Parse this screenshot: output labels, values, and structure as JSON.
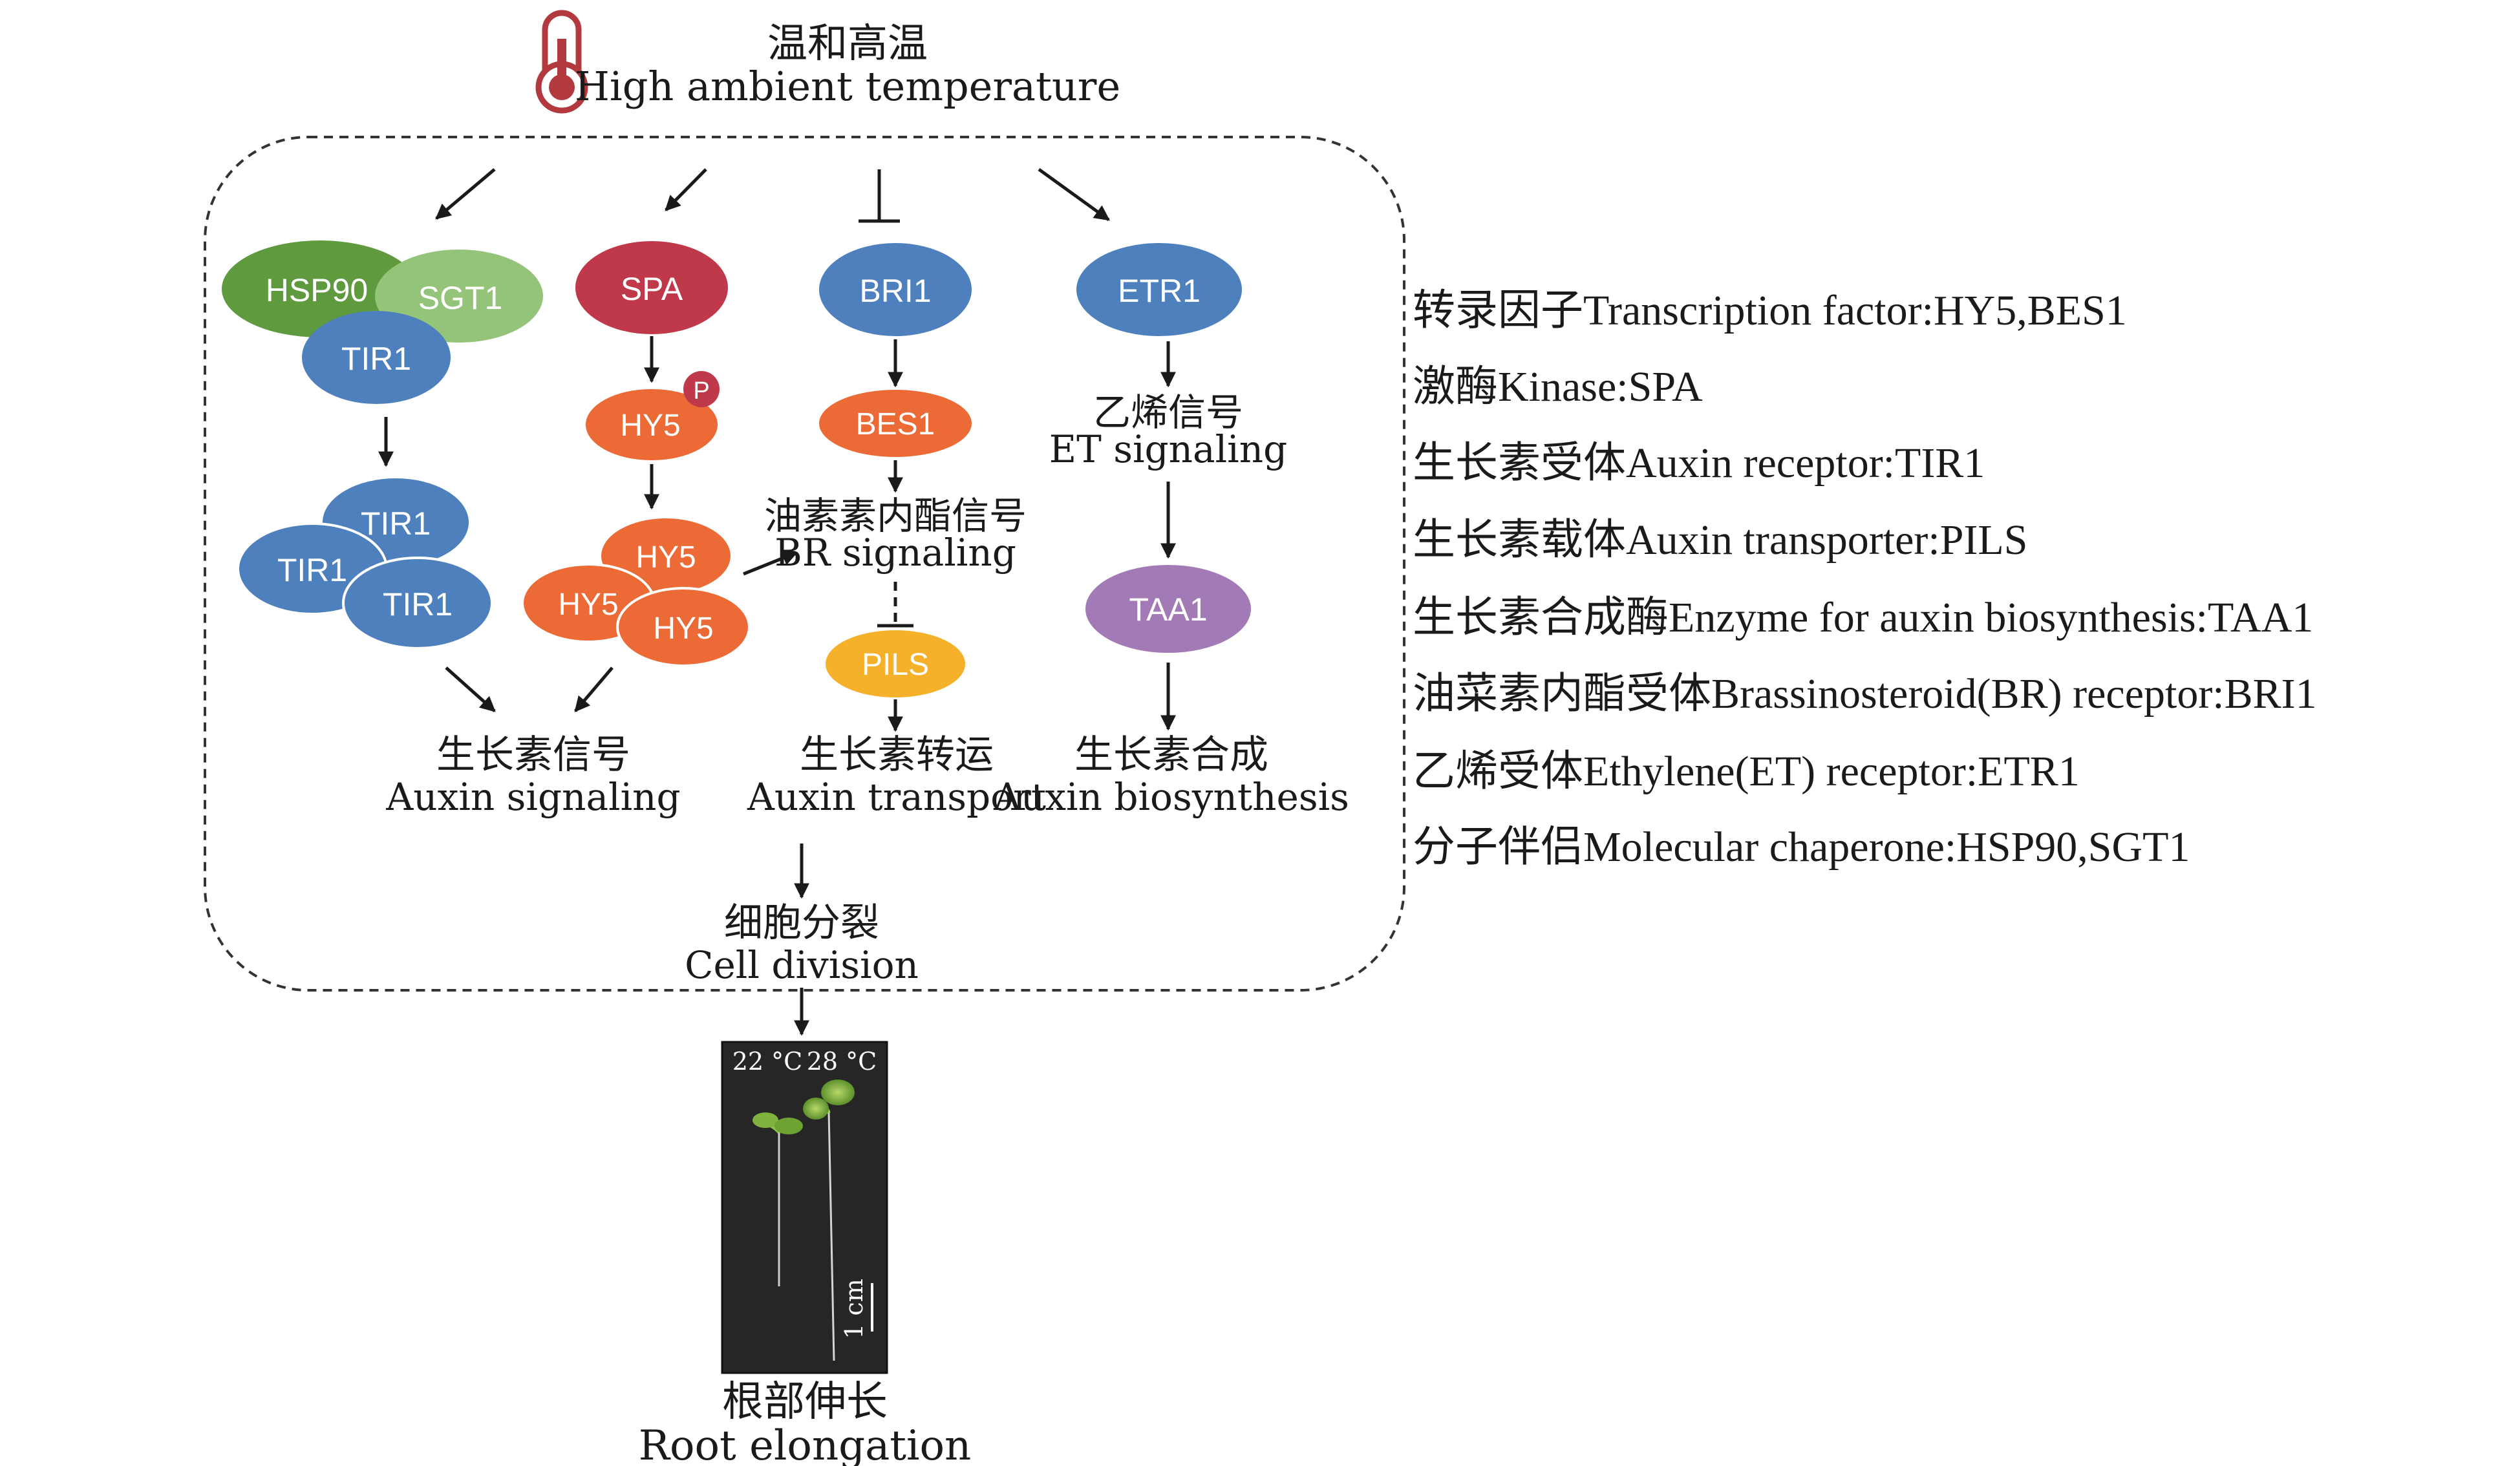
{
  "header": {
    "title_cn": "温和高温",
    "title_en": "High ambient temperature",
    "icon": "thermometer-icon"
  },
  "colors": {
    "green_dark": "#5f9a3e",
    "green_light": "#93c47a",
    "blue": "#4f80be",
    "red": "#c0394a",
    "orange": "#ec6a35",
    "yellow": "#f6b12a",
    "purple": "#a27ab5"
  },
  "nodes": {
    "hsp90": "HSP90",
    "sgt1": "SGT1",
    "tir1": "TIR1",
    "tir1_a": "TIR1",
    "tir1_b": "TIR1",
    "tir1_c": "TIR1",
    "spa": "SPA",
    "hy5": "HY5",
    "p": "P",
    "hy5_a": "HY5",
    "hy5_b": "HY5",
    "hy5_c": "HY5",
    "bri1": "BRI1",
    "bes1": "BES1",
    "pils": "PILS",
    "etr1": "ETR1",
    "taa1": "TAA1"
  },
  "labels": {
    "br_cn": "油素素内酯信号",
    "br_en": "BR signaling",
    "et_cn": "乙烯信号",
    "et_en": "ET signaling",
    "auxin_signal_cn": "生长素信号",
    "auxin_signal_en": "Auxin signaling",
    "auxin_transport_cn": "生长素转运",
    "auxin_transport_en": "Auxin transport",
    "auxin_bio_cn": "生长素合成",
    "auxin_bio_en": "Auxin biosynthesis",
    "cell_cn": "细胞分裂",
    "cell_en": "Cell division",
    "root_cn": "根部伸长",
    "root_en": "Root elongation"
  },
  "photo": {
    "temp_left": "22 °C",
    "temp_right": "28 °C",
    "scale": "1 cm"
  },
  "legend": [
    "转录因子Transcription factor:HY5,BES1",
    "激酶Kinase:SPA",
    "生长素受体Auxin receptor:TIR1",
    "生长素载体Auxin transporter:PILS",
    "生长素合成酶Enzyme for auxin biosynthesis:TAA1",
    "油菜素内酯受体Brassinosteroid(BR) receptor:BRI1",
    "乙烯受体Ethylene(ET) receptor:ETR1",
    "分子伴侣Molecular chaperone:HSP90,SGT1"
  ]
}
